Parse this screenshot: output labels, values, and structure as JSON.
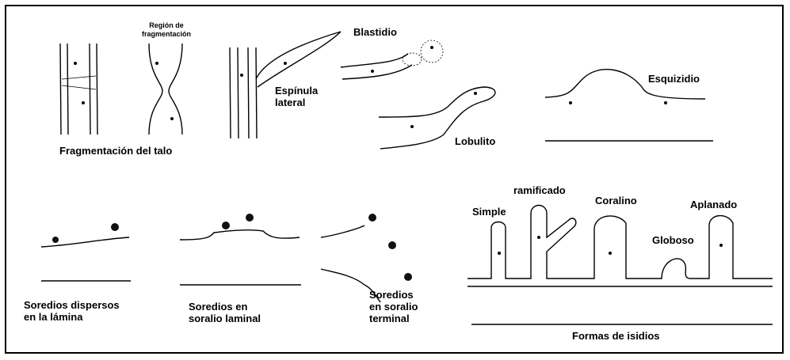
{
  "labels": {
    "region_fragmentacion": "Región de\nfragmentación",
    "fragmentacion_talo": "Fragmentación del talo",
    "espinula_lateral": "Espínula\nlateral",
    "blastidio": "Blastidio",
    "lobulito": "Lobulito",
    "esquizidio": "Esquizidio",
    "ramificado": "ramificado",
    "simple": "Simple",
    "coralino": "Coralino",
    "aplanado": "Aplanado",
    "globoso": "Globoso",
    "soredios_dispersos": "Soredios dispersos\nen la lámina",
    "soredios_laminal": "Soredios en\nsoralio laminal",
    "soredios_terminal": "Soredios\nen soralio\nterminal",
    "formas_isidios": "Formas de isidios"
  }
}
